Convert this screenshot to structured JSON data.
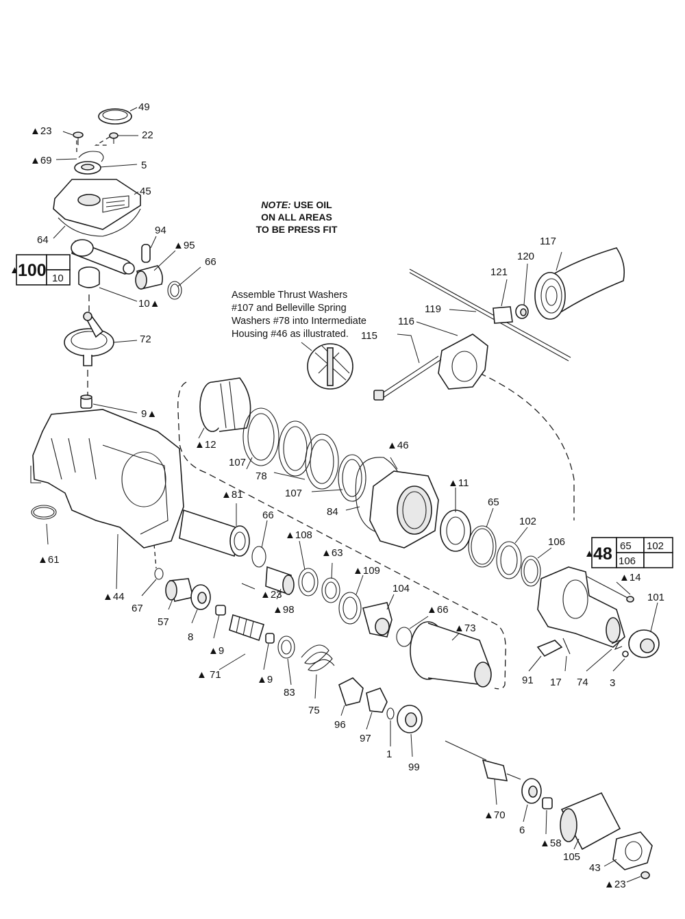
{
  "note": {
    "line1_em": "NOTE:",
    "line1_rest": " USE OIL",
    "line2": "ON ALL AREAS",
    "line3": "TO BE PRESS FIT"
  },
  "assembly_note": {
    "line1": "Assemble Thrust Washers",
    "line2": "#107 and Belleville Spring",
    "line3": "Washers #78 into Intermediate",
    "line4": "Housing #46 as illustrated."
  },
  "kit_100": {
    "main": "100",
    "sub": "10"
  },
  "kit_48": {
    "main": "48",
    "cells": [
      "65",
      "102",
      "106",
      ""
    ]
  },
  "callouts": [
    {
      "id": "49",
      "text": "49"
    },
    {
      "id": "23a",
      "text": "▲23"
    },
    {
      "id": "22",
      "text": "22"
    },
    {
      "id": "69",
      "text": "▲69"
    },
    {
      "id": "5",
      "text": "5"
    },
    {
      "id": "45",
      "text": "45"
    },
    {
      "id": "64",
      "text": "64"
    },
    {
      "id": "94",
      "text": "94"
    },
    {
      "id": "95",
      "text": "▲95"
    },
    {
      "id": "66a",
      "text": "66"
    },
    {
      "id": "10",
      "text": "10▲"
    },
    {
      "id": "72",
      "text": "72"
    },
    {
      "id": "9a",
      "text": "9▲"
    },
    {
      "id": "12",
      "text": "▲12"
    },
    {
      "id": "107a",
      "text": "107"
    },
    {
      "id": "78",
      "text": "78"
    },
    {
      "id": "107b",
      "text": "107"
    },
    {
      "id": "84",
      "text": "84"
    },
    {
      "id": "46",
      "text": "▲46"
    },
    {
      "id": "61",
      "text": "▲61"
    },
    {
      "id": "44",
      "text": "▲44"
    },
    {
      "id": "81",
      "text": "▲81"
    },
    {
      "id": "66b",
      "text": "66"
    },
    {
      "id": "108",
      "text": "▲108"
    },
    {
      "id": "63",
      "text": "▲63"
    },
    {
      "id": "11",
      "text": "▲11"
    },
    {
      "id": "65",
      "text": "65"
    },
    {
      "id": "102",
      "text": "102"
    },
    {
      "id": "106",
      "text": "106"
    },
    {
      "id": "117",
      "text": "117"
    },
    {
      "id": "120",
      "text": "120"
    },
    {
      "id": "121",
      "text": "121"
    },
    {
      "id": "119",
      "text": "119"
    },
    {
      "id": "116",
      "text": "116"
    },
    {
      "id": "115",
      "text": "115"
    },
    {
      "id": "14",
      "text": "▲14"
    },
    {
      "id": "101",
      "text": "101"
    },
    {
      "id": "23b",
      "text": "▲23"
    },
    {
      "id": "98",
      "text": "▲98"
    },
    {
      "id": "109",
      "text": "▲109"
    },
    {
      "id": "104",
      "text": "104"
    },
    {
      "id": "66c",
      "text": "▲66"
    },
    {
      "id": "73",
      "text": "▲73"
    },
    {
      "id": "67",
      "text": "67"
    },
    {
      "id": "57",
      "text": "57"
    },
    {
      "id": "8",
      "text": "8"
    },
    {
      "id": "9b",
      "text": "▲9"
    },
    {
      "id": "71",
      "text": "▲ 71"
    },
    {
      "id": "9c",
      "text": "▲9"
    },
    {
      "id": "83",
      "text": "83"
    },
    {
      "id": "75",
      "text": "75"
    },
    {
      "id": "96",
      "text": "96"
    },
    {
      "id": "97",
      "text": "97"
    },
    {
      "id": "1",
      "text": "1"
    },
    {
      "id": "99",
      "text": "99"
    },
    {
      "id": "91",
      "text": "91"
    },
    {
      "id": "17",
      "text": "17"
    },
    {
      "id": "74",
      "text": "74"
    },
    {
      "id": "3",
      "text": "3"
    },
    {
      "id": "70",
      "text": "▲70"
    },
    {
      "id": "6",
      "text": "6"
    },
    {
      "id": "58",
      "text": "▲58"
    },
    {
      "id": "105",
      "text": "105"
    },
    {
      "id": "43",
      "text": "43"
    },
    {
      "id": "23c",
      "text": "▲23"
    }
  ]
}
